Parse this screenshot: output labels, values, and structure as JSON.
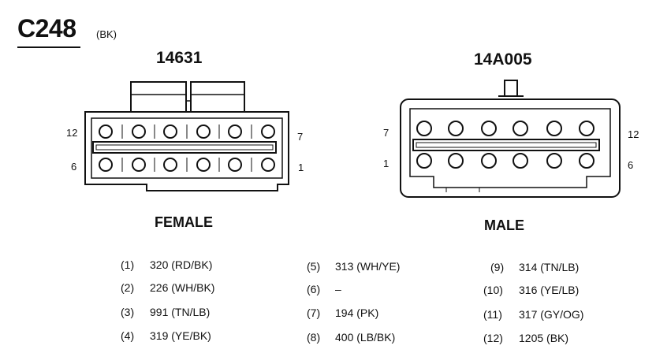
{
  "connector": {
    "id": "C248",
    "color_code": "(BK)"
  },
  "female": {
    "part_number": "14631",
    "label": "FEMALE",
    "pin_labels": {
      "top_left": "12",
      "bottom_left": "6",
      "top_right": "7",
      "bottom_right": "1"
    }
  },
  "male": {
    "part_number": "14A005",
    "label": "MALE",
    "pin_labels": {
      "top_left": "7",
      "bottom_left": "1",
      "top_right": "12",
      "bottom_right": "6"
    }
  },
  "pins": [
    {
      "num": "(1)",
      "wire": "320 (RD/BK)"
    },
    {
      "num": "(2)",
      "wire": "226 (WH/BK)"
    },
    {
      "num": "(3)",
      "wire": "991 (TN/LB)"
    },
    {
      "num": "(4)",
      "wire": "319 (YE/BK)"
    },
    {
      "num": "(5)",
      "wire": "313 (WH/YE)"
    },
    {
      "num": "(6)",
      "wire": "–"
    },
    {
      "num": "(7)",
      "wire": "194 (PK)"
    },
    {
      "num": "(8)",
      "wire": "400 (LB/BK)"
    },
    {
      "num": "(9)",
      "wire": "314 (TN/LB)"
    },
    {
      "num": "(10)",
      "wire": "316 (YE/LB)"
    },
    {
      "num": "(11)",
      "wire": "317 (GY/OG)"
    },
    {
      "num": "(12)",
      "wire": "1205 (BK)"
    }
  ]
}
